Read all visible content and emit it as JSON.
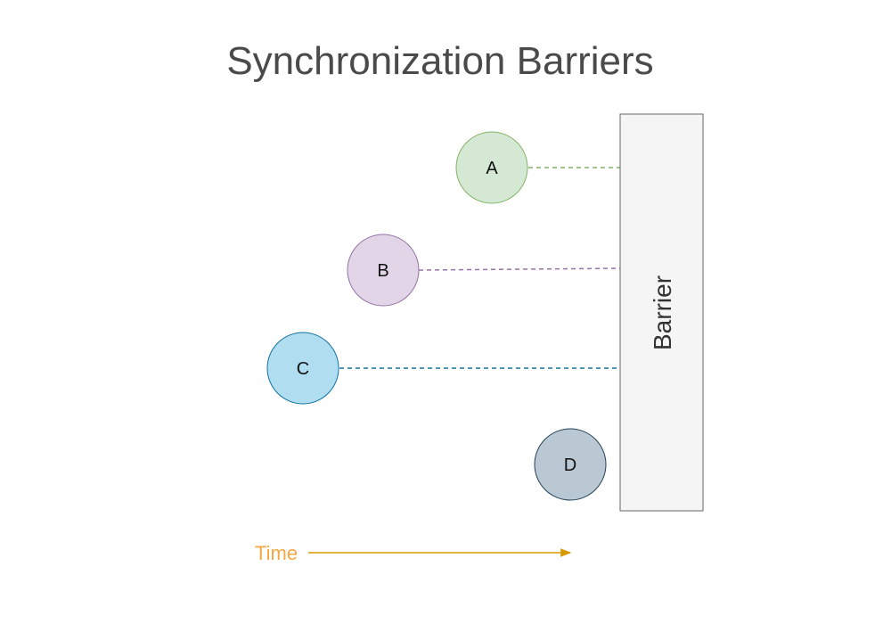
{
  "diagram": {
    "title": "Synchronization Barriers",
    "barrier": {
      "label": "Barrier",
      "fill": "#f5f5f5",
      "stroke": "#666666"
    },
    "nodes": [
      {
        "label": "A",
        "fill": "#d5e8d4",
        "stroke": "#82b366",
        "line_color": "#82b366"
      },
      {
        "label": "B",
        "fill": "#e1d5e7",
        "stroke": "#9673a6",
        "line_color": "#9673a6"
      },
      {
        "label": "C",
        "fill": "#b1ddf0",
        "stroke": "#10739e",
        "line_color": "#10739e"
      },
      {
        "label": "D",
        "fill": "#bac8d3",
        "stroke": "#23445d"
      }
    ],
    "time_axis": {
      "label": "Time",
      "label_color": "#f5a742",
      "arrow_color": "#d79b00"
    }
  }
}
